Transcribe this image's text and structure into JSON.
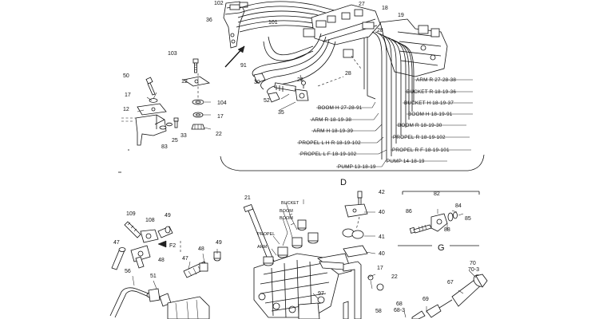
{
  "part_numbers": {
    "p102": "102",
    "p101": "101",
    "p36": "36",
    "p27": "27",
    "p18": "18",
    "p19": "19",
    "p103": "103",
    "p91": "91",
    "p30": "30",
    "p28a": "28",
    "p50": "50",
    "p12a": "12",
    "p17a": "17",
    "p12b": "12",
    "p104": "104",
    "p17b": "17",
    "p22a": "22",
    "p25": "25",
    "p33": "33",
    "p83": "83",
    "p28b": "28",
    "p52": "52",
    "p35": "35",
    "p28c": "28",
    "p21": "21",
    "p42": "42",
    "p40a": "40",
    "p41": "41",
    "p40b": "40",
    "p17c": "17",
    "p22b": "22",
    "p97": "97",
    "p58": "58",
    "p68": "68",
    "p68_3": "68-3",
    "p69": "69",
    "p67": "67",
    "p70": "70",
    "p70_3": "70-3",
    "p86": "86",
    "p82": "82",
    "p84": "84",
    "p88": "88",
    "p85": "85",
    "p109": "109",
    "p108": "108",
    "p49a": "49",
    "p47a": "47",
    "p48a": "48",
    "p48b": "48",
    "p49b": "49",
    "p47b": "47",
    "p56": "56",
    "p51": "51",
    "pF2": "F2"
  },
  "hose_labels": [
    "ARM R 27-28-38",
    "BUCKET R 18-19-36",
    "BUCKET H 18-19-37",
    "BOOM H 18-19-91",
    "BOOM R 18-19-30",
    "PROPEL R 18-19-102",
    "PROPEL R F 18-19-101",
    "BOOM H 27-28-91",
    "ARM R 18-19-38",
    "ARM H 18-19-39",
    "PROPEL L H R 18-19-102",
    "PROPEL L F 18-19-102",
    "PUMP 13-18-19",
    "PUMP 14-18-19"
  ],
  "valve_labels": {
    "bucket": "BUCKET",
    "boom_a": "BOOM",
    "boom_b": "BOOM",
    "propel": "PROPEL",
    "arm": "ARM"
  },
  "sections": {
    "d": "D",
    "g": "G"
  }
}
